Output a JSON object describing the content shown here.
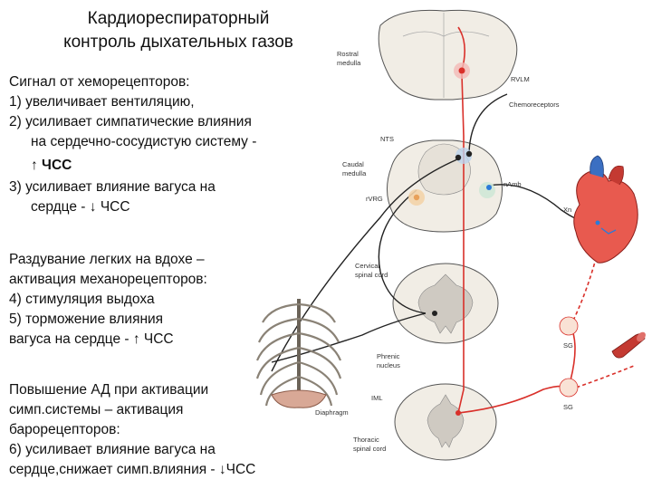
{
  "title": {
    "line1": "Кардиореспираторный",
    "line2": "контроль дыхательных газов"
  },
  "chemoreceptor_block": {
    "heading": "Сигнал от хеморецепторов:",
    "item1": "1) увеличивает вентиляцию,",
    "item2_a": "2) усиливает симпатические влияния",
    "item2_b": "на сердечно-сосудистую систему -",
    "item2_c": "↑ ЧСС",
    "item3_a": "3) усиливает влияние вагуса на",
    "item3_b": "сердце - ↓ ЧСС"
  },
  "lung_block": {
    "line1": "Раздувание легких на вдохе –",
    "line2": "активация механорецепторов:",
    "line3": "4) стимуляция выдоха",
    "line4": "5) торможение влияния",
    "line5": "вагуса на сердце - ↑ ЧСС"
  },
  "bp_block": {
    "line1": "Повышение АД  при активации",
    "line2": "симп.системы – активация",
    "line3": "барорецепторов:",
    "line4": "6) усиливает влияние вагуса на",
    "line5": "сердце,снижает симп.влияния - ↓ЧСС"
  },
  "labels": {
    "rostral": "Rostral",
    "medulla": "medulla",
    "rvlm": "RVLM",
    "chemoreceptors": "Chemoreceptors",
    "nts": "NTS",
    "caudal": "Caudal",
    "medulla2": "medulla",
    "rvrg": "rVRG",
    "namb": "nAmb",
    "xn": "Xn",
    "cervical": "Cervical",
    "spinal_cord": "spinal cord",
    "phrenic": "Phrenic",
    "nucleus": "nucleus",
    "sg1": "SG",
    "sg2": "SG",
    "diaphragm": "Diaphragm",
    "iml": "IML",
    "thoracic": "Thoracic",
    "spinal_cord2": "spinal cord"
  },
  "colors": {
    "sympathetic": "#d9302a",
    "motor": "#222222",
    "vagal": "#2a7bd9",
    "respiratory": "#e8a15a",
    "grey_matter": "#cfcac2",
    "tissue": "#f1ede5"
  }
}
